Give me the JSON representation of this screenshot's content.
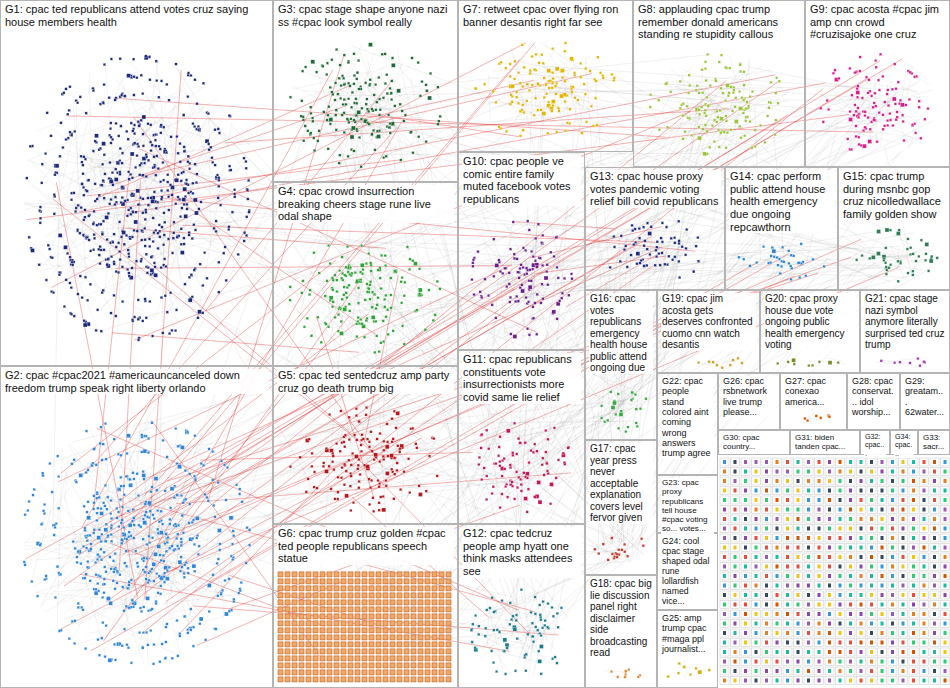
{
  "diagram": {
    "nodes": [
      {
        "text": [
          "G1: cpac ted republicans attend votes cruz saying house members health"
        ]
      },
      {
        "text": [
          "G3: cpac stage shape anyone nazi ss #cpac look symbol really"
        ]
      },
      {
        "text": [
          "G7: retweet cpac over flying ron banner desantis right far see"
        ]
      },
      {
        "text": [
          "G8: applauding cpac trump remember donald americans standing re stupidity callous"
        ]
      },
      {
        "text": [
          "G9: cpac acosta #cpac jim amp cnn crowd #cruzisajoke one cruz"
        ]
      },
      {
        "text": [
          "G4: cpac crowd insurrection breaking cheers stage rune live odal shape"
        ]
      },
      {
        "text": [
          "G10: cpac people ve comic entire family muted facebook votes republicans"
        ]
      },
      {
        "text": [
          "G13: cpac house proxy votes pandemic voting relief bill covid republicans"
        ]
      },
      {
        "text": [
          "G14: cpac perform public attend house health emergency due ongoing repcawthorn"
        ]
      },
      {
        "text": [
          "G15: cpac trump during msnbc gop cruz nicolledwallace family golden show"
        ]
      },
      {
        "text": [
          "G16: cpac votes republicans emergency health house public attend ongoing due"
        ]
      },
      {
        "text": [
          "G19: cpac jim acosta gets deserves confronted cuomo cnn watch desantis"
        ]
      },
      {
        "text": [
          "G20: cpac proxy house due vote ongoing public health emergency voting"
        ]
      },
      {
        "text": [
          "G21: cpac stage nazi symbol anymore literally surprised ted cruz trump"
        ]
      },
      {
        "text": [
          "G2: cpac #cpac2021 #americauncanceled down freedom trump speak right liberty orlando"
        ]
      },
      {
        "text": [
          "G5: cpac ted sentedcruz amp party cruz go death trump big"
        ]
      },
      {
        "text": [
          "G11: cpac republicans constituents vote insurrectionists more covid same lie relief"
        ]
      },
      {
        "text": [
          "G17: cpac year press never acceptable explanation covers level fervor given"
        ]
      },
      {
        "text": [
          "G22: cpac people stand colored aint coming wrong answers trump agree"
        ]
      },
      {
        "text": [
          "G26: cpac rsbnetwork live trump please..."
        ]
      },
      {
        "text": [
          "G27: cpac conexao america..."
        ]
      },
      {
        "text": [
          "G28: cpac conservat... idol worship..."
        ]
      },
      {
        "text": [
          "G29: greatam... 62water..."
        ]
      },
      {
        "text": [
          "G30: cpac country..."
        ]
      },
      {
        "text": [
          "G31: biden tanden cpac..."
        ]
      },
      {
        "text": [
          "G32: cpac..."
        ]
      },
      {
        "text": [
          "G34: cpac..."
        ]
      },
      {
        "text": [
          "G33: sacr..."
        ]
      },
      {
        "text": [
          "G23: cpac proxy republicans tell house #cpac voting so... votes..."
        ]
      },
      {
        "text": [
          "G6: cpac trump cruz golden #cpac ted people republicans speech statue"
        ]
      },
      {
        "text": [
          "G12: cpac tedcruz people amp hyatt one think masks attendees see"
        ]
      },
      {
        "text": [
          "G18: cpac big lie discussion panel right disclaimer side broadcasting read"
        ]
      },
      {
        "text": [
          "G24: cool cpac stage shaped odal rune lollardfish named vice..."
        ]
      },
      {
        "text": [
          "G25: amp trump cpac #maga ppl journalist..."
        ]
      }
    ]
  }
}
